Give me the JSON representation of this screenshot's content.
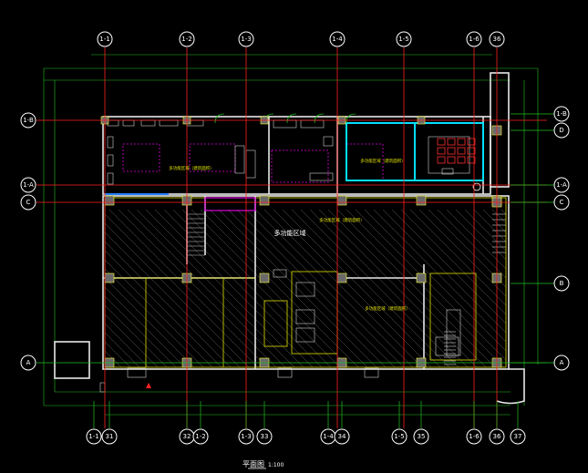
{
  "title": "平面图",
  "scale": "1:100",
  "top_axes": [
    "1-1",
    "1-2",
    "1-3",
    "1-4",
    "1-5",
    "1-6",
    "36"
  ],
  "bottom_axes": [
    "1-1",
    "31",
    "32",
    "1-2",
    "1-3",
    "33",
    "1-4",
    "34",
    "1-5",
    "35",
    "1-6",
    "36",
    "37"
  ],
  "left_axes": [
    "1-B",
    "1-A",
    "C",
    "A"
  ],
  "right_axes": [
    "1-B",
    "D",
    "1-A",
    "C",
    "B",
    "A"
  ],
  "rooms": {
    "hall": "多功能区域",
    "upper_left": "多功能区域（建筑面积）",
    "upper_right": "多功能区域（建筑面积）",
    "lower_right": "多功能区域（建筑面积）",
    "lower_mid": "多功能区域（建筑面积）"
  },
  "colors": {
    "background": "#000000",
    "grid_line": "#ff2020",
    "dimension": "#20c020",
    "wall": "#e8e8e8",
    "column": "#ffff40",
    "partition_magenta": "#e000e0",
    "partition_cyan": "#00e0ff"
  }
}
